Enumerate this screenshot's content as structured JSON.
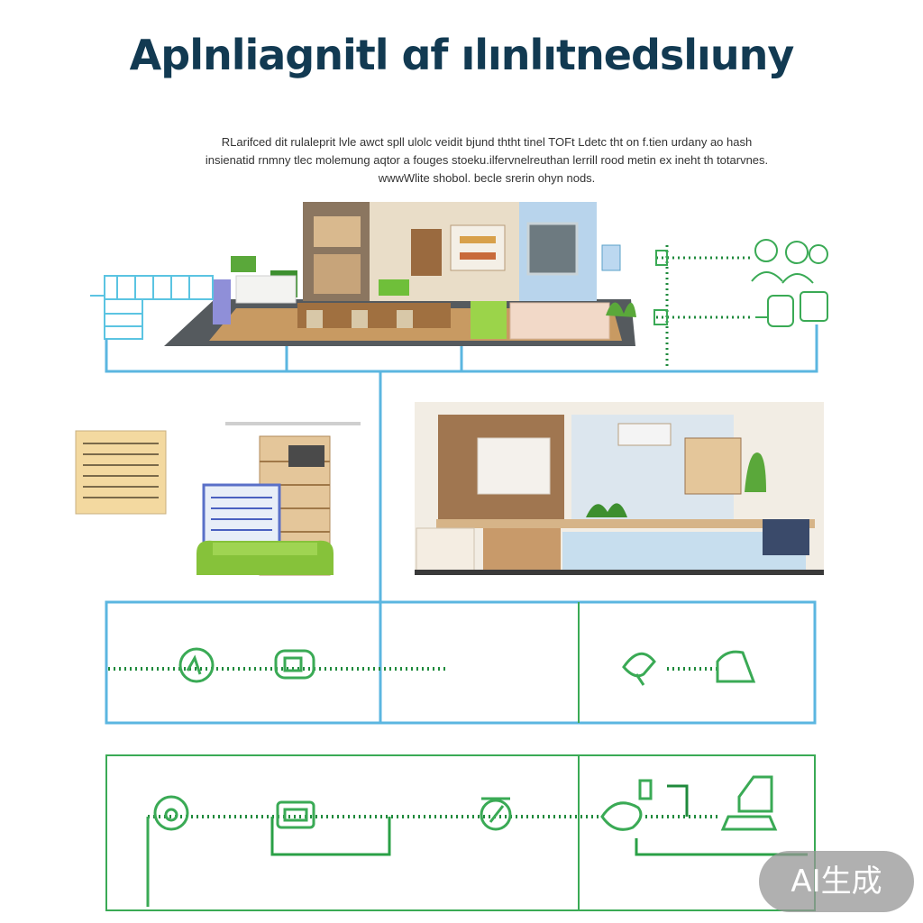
{
  "header": {
    "title": "Aplnliagnitl ɑf ılınlıtnedslıuny",
    "subtitle_lines": [
      "RLarifced dit rulaleprit lvle awct spll ulolc veidit bjund ththt tinel TOFt Ldetc tht on f.tien urdany ao hash",
      "insienatid rnmny tlec molemung aqtor a fouges stoeku.ilfervnelreuthan lerrill rood metin ex ineht th totarvnes.",
      "wwwWlite shobol. becle srerin ohyn nods."
    ]
  },
  "badge": {
    "label": "AI生成"
  },
  "colors": {
    "blue_line": "#5bb6e0",
    "green_line": "#3aaa55",
    "dark_green": "#1f8a3c",
    "floor": "#c89a62",
    "wall": "#e9ddc8",
    "sofa": "#86c23a"
  },
  "icons": [
    "router-icon",
    "printer-icon",
    "gauge-icon",
    "thermostat-icon",
    "display-icon",
    "people-icon",
    "blueprint-icon",
    "document-icon"
  ]
}
